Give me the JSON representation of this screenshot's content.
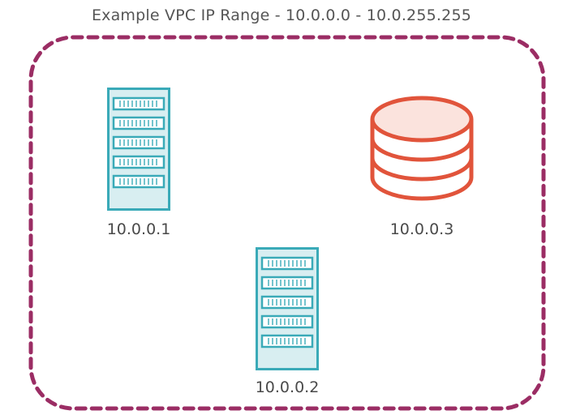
{
  "diagram": {
    "title": "Example VPC IP Range - 10.0.0.0 - 10.0.255.255",
    "boundary_color": "#9b2d64",
    "nodes": [
      {
        "id": "server-1",
        "kind": "server-icon",
        "label": "10.0.0.1",
        "color": "#3aaab8"
      },
      {
        "id": "database",
        "kind": "database-icon",
        "label": "10.0.0.3",
        "color": "#e1543b"
      },
      {
        "id": "server-2",
        "kind": "server-icon",
        "label": "10.0.0.2",
        "color": "#3aaab8"
      }
    ]
  }
}
